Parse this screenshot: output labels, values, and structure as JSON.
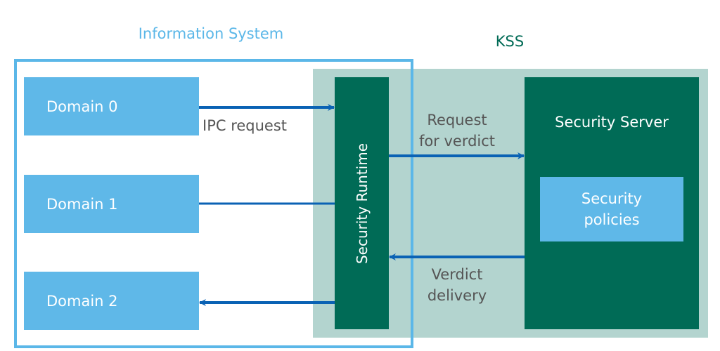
{
  "titles": {
    "information_system": "Information System",
    "kss": "KSS"
  },
  "domains": [
    {
      "label": "Domain 0"
    },
    {
      "label": "Domain 1"
    },
    {
      "label": "Domain 2"
    }
  ],
  "security_runtime": {
    "label": "Security Runtime"
  },
  "security_server": {
    "label": "Security Server",
    "policies": {
      "line1": "Security",
      "line2": "policies"
    }
  },
  "flows": {
    "ipc_request": "IPC request",
    "request_for_verdict": {
      "line1": "Request",
      "line2": "for verdict"
    },
    "verdict_delivery": {
      "line1": "Verdict",
      "line2": "delivery"
    }
  },
  "colors": {
    "info_system_blue": "#5bb7e8",
    "kss_teal_bg": "#b3d4cf",
    "dark_green": "#006b56",
    "arrow_blue": "#0a62b4"
  }
}
